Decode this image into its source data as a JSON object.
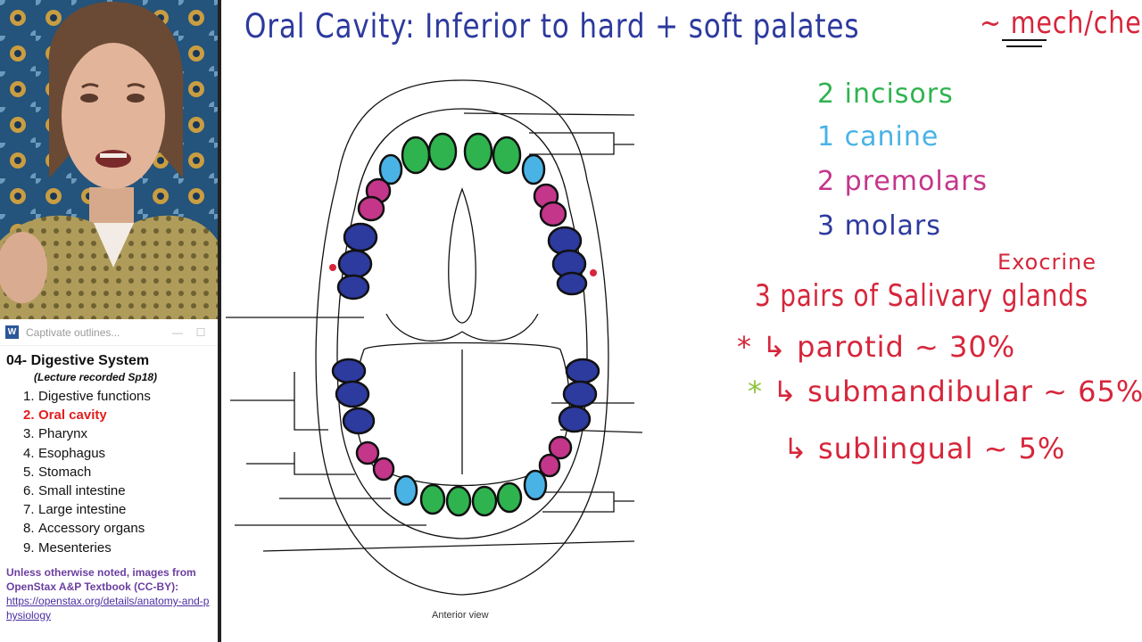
{
  "window": {
    "title": "Captivate outlines...",
    "app_icon": "W",
    "minimize_glyph": "—",
    "maximize_glyph": "☐"
  },
  "outline": {
    "title": "04- Digestive System",
    "subtitle": "(Lecture recorded Sp18)",
    "items": [
      {
        "num": "1.",
        "label": "Digestive functions"
      },
      {
        "num": "2.",
        "label": "Oral cavity"
      },
      {
        "num": "3.",
        "label": "Pharynx"
      },
      {
        "num": "4.",
        "label": "Esophagus"
      },
      {
        "num": "5.",
        "label": "Stomach"
      },
      {
        "num": "6.",
        "label": "Small intestine"
      },
      {
        "num": "7.",
        "label": "Large intestine"
      },
      {
        "num": "8.",
        "label": "Accessory organs"
      },
      {
        "num": "9.",
        "label": "Mesenteries"
      }
    ],
    "active_index": 1,
    "credit_text": "Unless otherwise noted, images from OpenStax A&P Textbook (CC-BY):",
    "credit_link": "https://openstax.org/details/anatomy-and-physiology"
  },
  "board": {
    "title": "Oral Cavity: Inferior to hard + soft palates",
    "title_red": "~ mech/chem",
    "teeth": [
      {
        "count_label": "2 incisors",
        "color": "#2fb34f"
      },
      {
        "count_label": "1 canine",
        "color": "#4ab3e6"
      },
      {
        "count_label": "2 premolars",
        "color": "#c4368a"
      },
      {
        "count_label": "3 molars",
        "color": "#2d3a9e"
      }
    ],
    "exocrine": "Exocrine",
    "glands_heading": "3 pairs of Salivary glands",
    "glands": [
      {
        "star": "*",
        "star_color": "#d6263b",
        "label": "parotid ~ 30%"
      },
      {
        "star": "*",
        "star_color": "#8cc43c",
        "label": "submandibular ~ 65%"
      },
      {
        "star": "",
        "star_color": "#d6263b",
        "label": "sublingual ~ 5%"
      }
    ],
    "figure_caption": "Anterior view"
  },
  "colors": {
    "active_item": "#e21e1e",
    "handwriting_blue": "#2d3a9e",
    "handwriting_red": "#d6263b",
    "credit_purple": "#6b3fa0"
  }
}
